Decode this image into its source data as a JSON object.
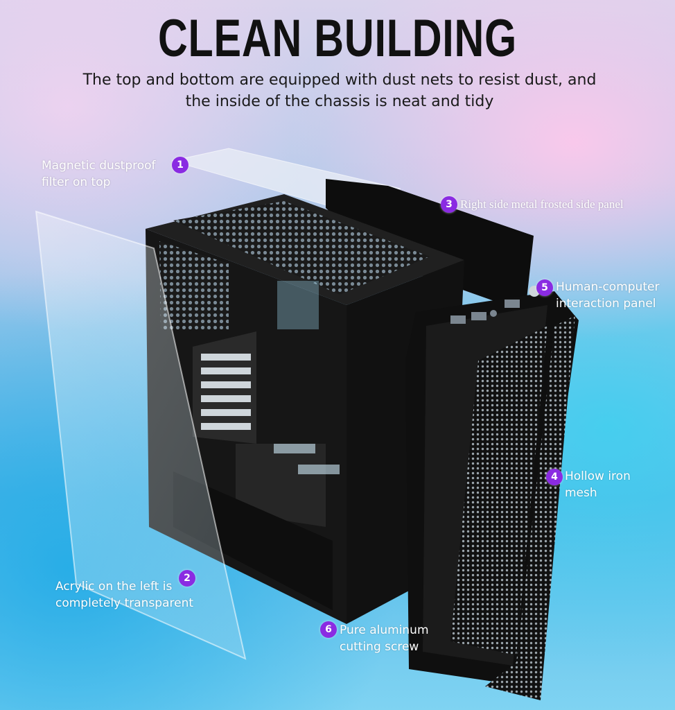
{
  "header": {
    "title": "CLEAN BUILDING",
    "subtitle_line1": "The top and bottom are equipped with dust nets to resist dust, and",
    "subtitle_line2": "the inside of the chassis is neat and tidy"
  },
  "callouts": [
    {
      "number": "1",
      "line1": "Magnetic dustproof",
      "line2": "filter on top"
    },
    {
      "number": "2",
      "line1": "Acrylic on the left is",
      "line2": "completely transparent"
    },
    {
      "number": "3",
      "line1": "Right side metal frosted side panel",
      "line2": ""
    },
    {
      "number": "4",
      "line1": "Hollow iron",
      "line2": "mesh"
    },
    {
      "number": "5",
      "line1": "Human-computer",
      "line2": "interaction panel"
    },
    {
      "number": "6",
      "line1": "Pure aluminum",
      "line2": "cutting screw"
    }
  ],
  "colors": {
    "badge": "#8a2be2",
    "title": "#111111",
    "case": "#141414"
  }
}
